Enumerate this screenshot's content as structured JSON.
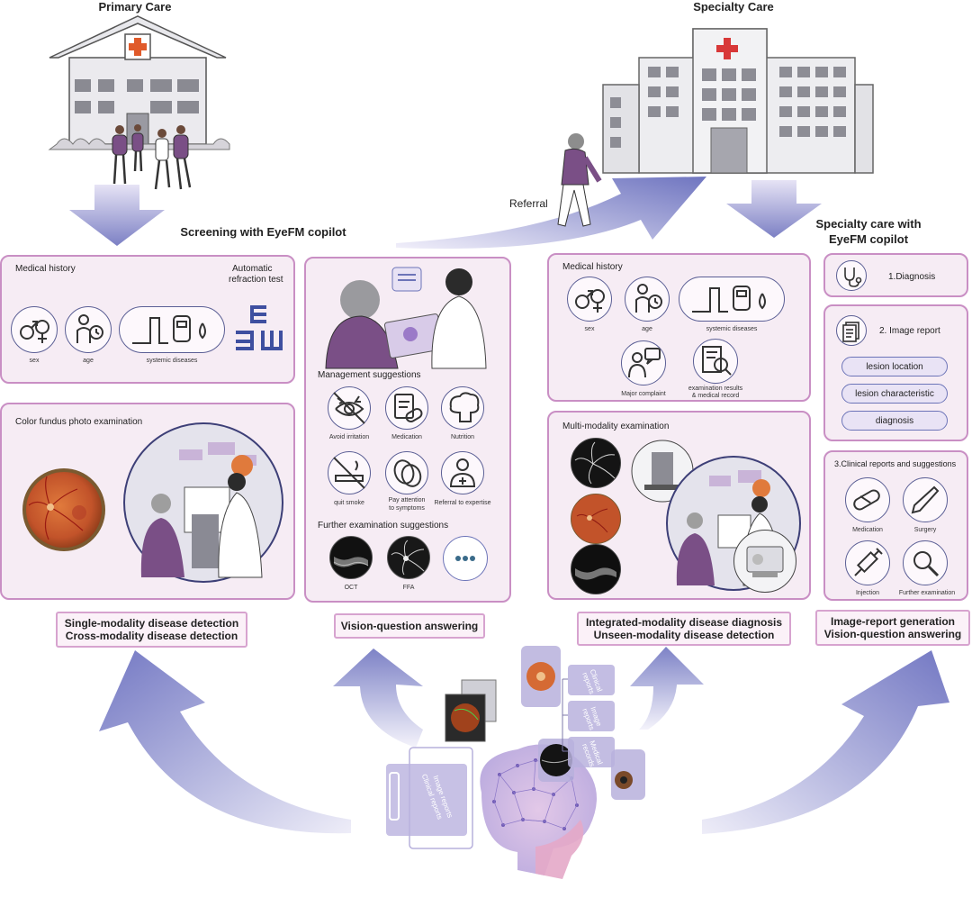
{
  "top": {
    "primary_care": "Primary Care",
    "specialty_care": "Specialty Care",
    "referral": "Referral"
  },
  "headings": {
    "screening": "Screening with EyeFM copilot",
    "specialty_l1": "Specialty care with",
    "specialty_l2": "EyeFM copilot"
  },
  "panel_history_left": {
    "title": "Medical history",
    "refraction_l1": "Automatic",
    "refraction_l2": "refraction test",
    "sex": "sex",
    "age": "age",
    "systemic": "systemic diseases"
  },
  "panel_fundus": {
    "title": "Color fundus photo examination"
  },
  "panel_vqa": {
    "management_title": "Management suggestions",
    "items": [
      "Avoid irritation",
      "Medication",
      "Nutrition",
      "quit smoke",
      "Pay attention",
      "to symptoms",
      "Referral to expertise"
    ],
    "further_title": "Further examination suggestions",
    "oct": "OCT",
    "ffa": "FFA"
  },
  "panel_history_right": {
    "title": "Medical history",
    "sex": "sex",
    "age": "age",
    "systemic": "systemic diseases",
    "complaint": "Major complaint",
    "exam_l1": "examination results",
    "exam_l2": "& medical record"
  },
  "panel_multimodal": {
    "title": "Multi-modality examination"
  },
  "panel_diagnosis": {
    "label": "1.Diagnosis"
  },
  "panel_report": {
    "title": "2. Image report",
    "pills": [
      "lesion location",
      "lesion characteristic",
      "diagnosis"
    ]
  },
  "panel_clinical": {
    "title": "3.Clinical reports and suggestions",
    "items": [
      "Medication",
      "Surgery",
      "Injection",
      "Further examination"
    ]
  },
  "tasks": {
    "t1_l1": "Single-modality disease detection",
    "t1_l2": "Cross-modality disease detection",
    "t2_l1": "Vision-question answering",
    "t3_l1": "Integrated-modality disease diagnosis",
    "t3_l2": "Unseen-modality disease detection",
    "t4_l1": "Image-report generation",
    "t4_l2": "Vision-question answering"
  },
  "cards": [
    "Clinical reports",
    "Image reports",
    "Medical records"
  ],
  "stack_cards": [
    "Clinical reports",
    "Image reports"
  ],
  "colors": {
    "panel_bg": "#f6ecf4",
    "panel_border": "#c98fc4",
    "arrow": "#7d82c6",
    "cross": "#e05a2a",
    "patient": "#7a4f86"
  }
}
